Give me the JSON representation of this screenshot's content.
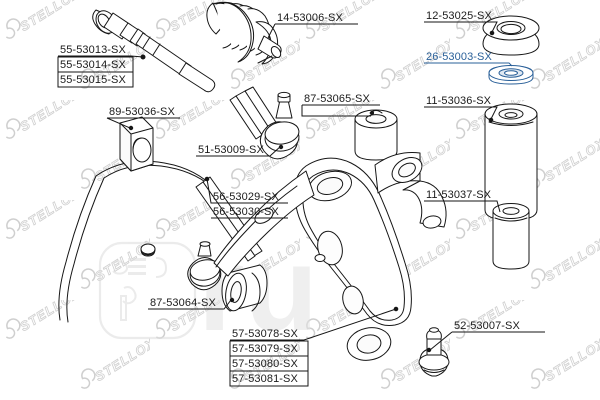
{
  "diagram": {
    "title": "Front suspension and steering exploded parts diagram",
    "brand_watermark": "STELLOX",
    "site_watermark": "ru",
    "accent_color": "#2a6099",
    "line_color": "#1b1b1b",
    "background_color": "#ffffff"
  },
  "labels": [
    {
      "code": "55-53013-SX",
      "part": "inner-tie-rod",
      "boxed": true,
      "highlighted": false
    },
    {
      "code": "55-53014-SX",
      "part": "inner-tie-rod",
      "boxed": true,
      "highlighted": false
    },
    {
      "code": "55-53015-SX",
      "part": "inner-tie-rod",
      "boxed": true,
      "highlighted": false
    },
    {
      "code": "14-53006-SX",
      "part": "steering-rack-boot",
      "boxed": false,
      "highlighted": false
    },
    {
      "code": "12-53025-SX",
      "part": "strut-mount",
      "boxed": false,
      "highlighted": false
    },
    {
      "code": "26-53003-SX",
      "part": "strut-bearing",
      "boxed": false,
      "highlighted": true
    },
    {
      "code": "11-53036-SX",
      "part": "bump-stop-boot",
      "boxed": false,
      "highlighted": false
    },
    {
      "code": "11-53037-SX",
      "part": "bump-stop",
      "boxed": false,
      "highlighted": false
    },
    {
      "code": "89-53036-SX",
      "part": "stabilizer-bushing",
      "boxed": false,
      "highlighted": false
    },
    {
      "code": "51-53009-SX",
      "part": "tie-rod-end",
      "boxed": false,
      "highlighted": false
    },
    {
      "code": "87-53065-SX",
      "part": "control-arm-bushing",
      "boxed": false,
      "highlighted": false
    },
    {
      "code": "56-53029-SX",
      "part": "stabilizer-link",
      "boxed": false,
      "highlighted": false
    },
    {
      "code": "56-53030-SX",
      "part": "stabilizer-link",
      "boxed": false,
      "highlighted": false
    },
    {
      "code": "87-53064-SX",
      "part": "control-arm-bushing-rear",
      "boxed": false,
      "highlighted": false
    },
    {
      "code": "57-53078-SX",
      "part": "control-arm",
      "boxed": true,
      "highlighted": false
    },
    {
      "code": "57-53079-SX",
      "part": "control-arm",
      "boxed": true,
      "highlighted": false
    },
    {
      "code": "57-53080-SX",
      "part": "control-arm",
      "boxed": true,
      "highlighted": false
    },
    {
      "code": "57-53081-SX",
      "part": "control-arm",
      "boxed": true,
      "highlighted": false
    },
    {
      "code": "52-53007-SX",
      "part": "ball-joint",
      "boxed": false,
      "highlighted": false
    }
  ]
}
